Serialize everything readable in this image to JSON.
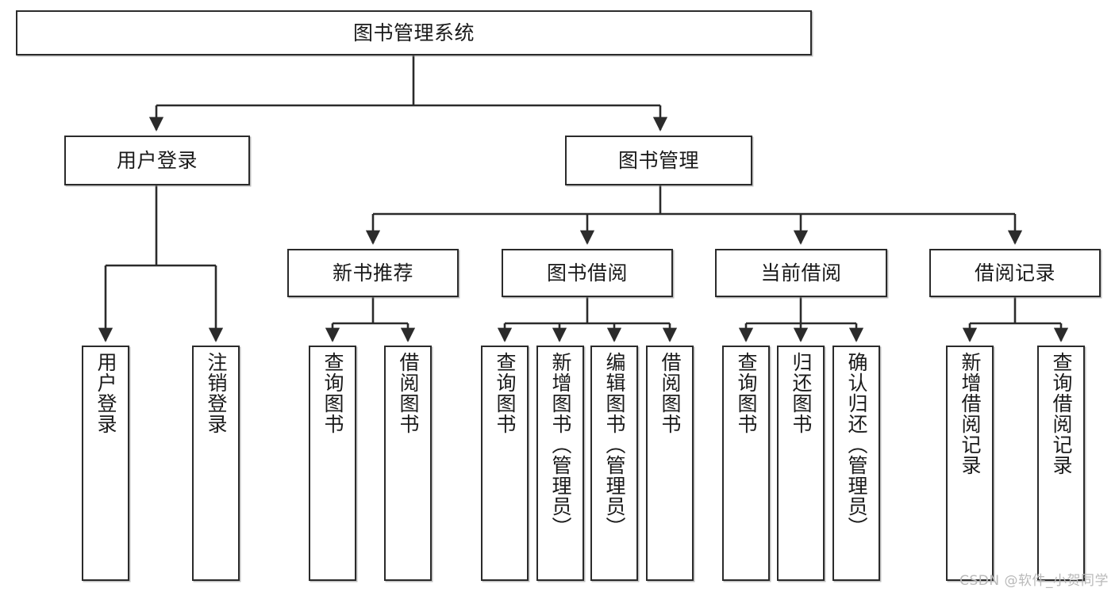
{
  "diagram": {
    "title": "图书管理系统",
    "type": "tree-hierarchy",
    "watermark": "CSDN @软件_小贺同学",
    "accent_color": "#2b2b2b",
    "background_color": "#ffffff",
    "root": {
      "label": "图书管理系统"
    },
    "level2": [
      {
        "label": "用户登录"
      },
      {
        "label": "图书管理"
      }
    ],
    "level3": [
      {
        "label": "新书推荐"
      },
      {
        "label": "图书借阅"
      },
      {
        "label": "当前借阅"
      },
      {
        "label": "借阅记录"
      }
    ],
    "leaves": {
      "user_login": [
        {
          "label": "用户登录"
        },
        {
          "label": "注销登录"
        }
      ],
      "new_book_recommend": [
        {
          "label": "查询图书"
        },
        {
          "label": "借阅图书"
        }
      ],
      "book_borrow": [
        {
          "label": "查询图书"
        },
        {
          "label": "新增图书（管理员）"
        },
        {
          "label": "编辑图书（管理员）"
        },
        {
          "label": "借阅图书"
        }
      ],
      "current_borrow": [
        {
          "label": "查询图书"
        },
        {
          "label": "归还图书"
        },
        {
          "label": "确认归还（管理员）"
        }
      ],
      "borrow_record": [
        {
          "label": "新增借阅记录"
        },
        {
          "label": "查询借阅记录"
        }
      ]
    }
  }
}
